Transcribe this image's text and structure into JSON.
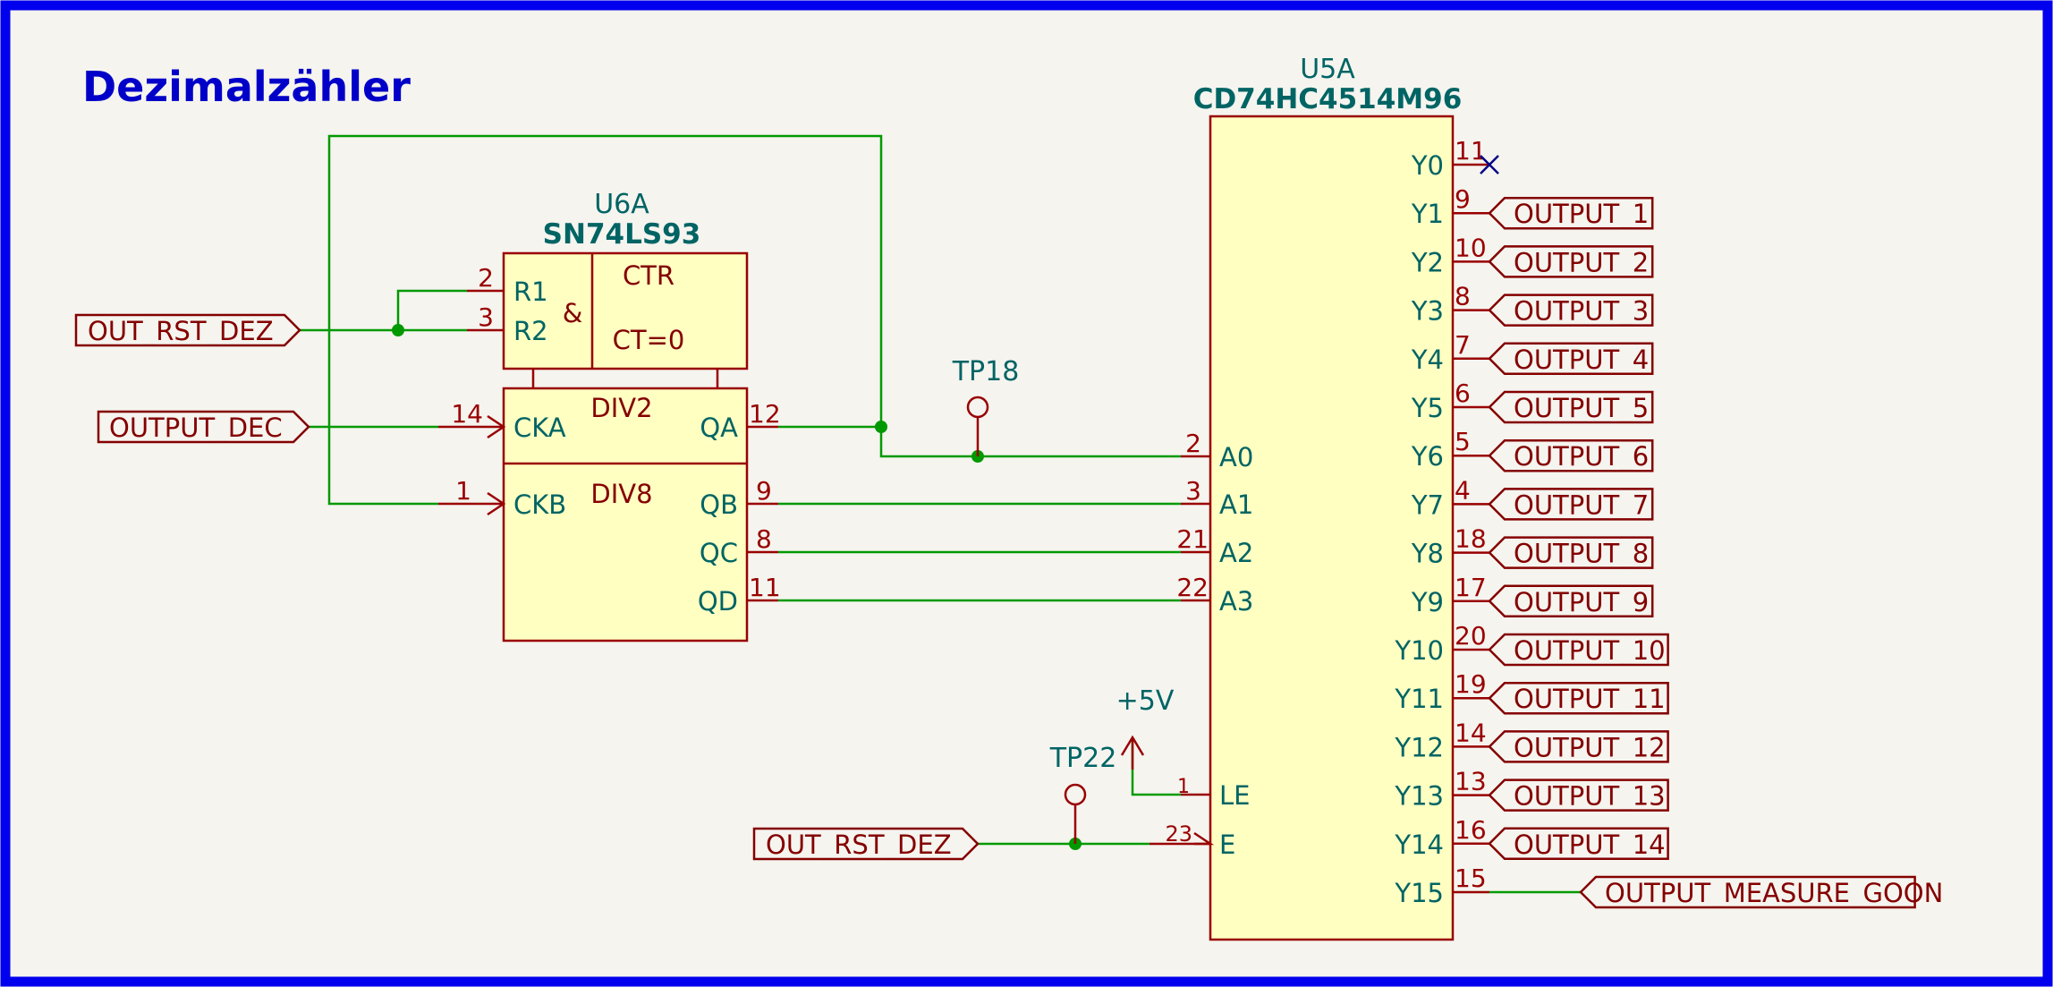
{
  "title": "Dezimalzähler",
  "colors": {
    "border": "#0000ee",
    "wire": "#009900",
    "pin": "#990000",
    "ref": "#006464",
    "label": "#840000",
    "ic_fill": "#ffffc2",
    "junction": "#009900",
    "noconnect": "#000084",
    "title": "#0000c8"
  },
  "u6": {
    "ref": "U6A",
    "value": "SN74LS93",
    "ctr": "CTR",
    "and": "&",
    "ct0": "CT=0",
    "div2": "DIV2",
    "div8": "DIV8",
    "pins": {
      "r1": "R1",
      "r1_num": "2",
      "r2": "R2",
      "r2_num": "3",
      "cka": "CKA",
      "cka_num": "14",
      "ckb": "CKB",
      "ckb_num": "1",
      "qa": "QA",
      "qa_num": "12",
      "qb": "QB",
      "qb_num": "9",
      "qc": "QC",
      "qc_num": "8",
      "qd": "QD",
      "qd_num": "11"
    }
  },
  "u5": {
    "ref": "U5A",
    "value": "CD74HC4514M96",
    "inputs": [
      {
        "name": "A0",
        "num": "2"
      },
      {
        "name": "A1",
        "num": "3"
      },
      {
        "name": "A2",
        "num": "21"
      },
      {
        "name": "A3",
        "num": "22"
      }
    ],
    "le": {
      "name": "LE",
      "num": "1"
    },
    "e": {
      "name": "E",
      "num": "23"
    },
    "outputs": [
      {
        "name": "Y0",
        "num": "11",
        "label": ""
      },
      {
        "name": "Y1",
        "num": "9",
        "label": "OUTPUT_1"
      },
      {
        "name": "Y2",
        "num": "10",
        "label": "OUTPUT_2"
      },
      {
        "name": "Y3",
        "num": "8",
        "label": "OUTPUT_3"
      },
      {
        "name": "Y4",
        "num": "7",
        "label": "OUTPUT_4"
      },
      {
        "name": "Y5",
        "num": "6",
        "label": "OUTPUT_5"
      },
      {
        "name": "Y6",
        "num": "5",
        "label": "OUTPUT_6"
      },
      {
        "name": "Y7",
        "num": "4",
        "label": "OUTPUT_7"
      },
      {
        "name": "Y8",
        "num": "18",
        "label": "OUTPUT_8"
      },
      {
        "name": "Y9",
        "num": "17",
        "label": "OUTPUT_9"
      },
      {
        "name": "Y10",
        "num": "20",
        "label": "OUTPUT_10"
      },
      {
        "name": "Y11",
        "num": "19",
        "label": "OUTPUT_11"
      },
      {
        "name": "Y12",
        "num": "14",
        "label": "OUTPUT_12"
      },
      {
        "name": "Y13",
        "num": "13",
        "label": "OUTPUT_13"
      },
      {
        "name": "Y14",
        "num": "16",
        "label": "OUTPUT_14"
      },
      {
        "name": "Y15",
        "num": "15",
        "label": "OUTPUT_MEASURE_GOON"
      }
    ]
  },
  "labels": {
    "out_rst_dez_1": "OUT_RST_DEZ",
    "output_dec": "OUTPUT_DEC",
    "out_rst_dez_2": "OUT_RST_DEZ"
  },
  "power": {
    "plus5v": "+5V"
  },
  "testpoints": {
    "tp18": "TP18",
    "tp22": "TP22"
  }
}
